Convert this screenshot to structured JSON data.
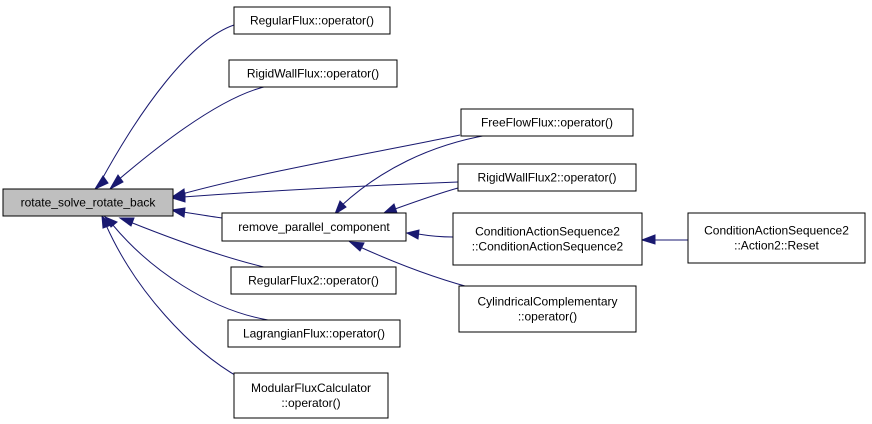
{
  "nodes": {
    "rotate_solve_rotate_back": {
      "lines": [
        "rotate_solve_rotate_back"
      ]
    },
    "regular_flux": {
      "lines": [
        "RegularFlux::operator()"
      ]
    },
    "rigid_wall_flux": {
      "lines": [
        "RigidWallFlux::operator()"
      ]
    },
    "remove_parallel_component": {
      "lines": [
        "remove_parallel_component"
      ]
    },
    "regular_flux2": {
      "lines": [
        "RegularFlux2::operator()"
      ]
    },
    "lagrangian_flux": {
      "lines": [
        "LagrangianFlux::operator()"
      ]
    },
    "modular_flux_calculator": {
      "lines": [
        "ModularFluxCalculator",
        "::operator()"
      ]
    },
    "free_flow_flux": {
      "lines": [
        "FreeFlowFlux::operator()"
      ]
    },
    "rigid_wall_flux2": {
      "lines": [
        "RigidWallFlux2::operator()"
      ]
    },
    "condition_action_sequence2": {
      "lines": [
        "ConditionActionSequence2",
        "::ConditionActionSequence2"
      ]
    },
    "cylindrical_complementary": {
      "lines": [
        "CylindricalComplementary",
        "::operator()"
      ]
    },
    "condition_action_sequence2_reset": {
      "lines": [
        "ConditionActionSequence2",
        "::Action2::Reset"
      ]
    }
  },
  "edges": [
    {
      "from": "rotate_solve_rotate_back",
      "to": "regular_flux"
    },
    {
      "from": "rotate_solve_rotate_back",
      "to": "rigid_wall_flux"
    },
    {
      "from": "rotate_solve_rotate_back",
      "to": "free_flow_flux"
    },
    {
      "from": "rotate_solve_rotate_back",
      "to": "rigid_wall_flux2"
    },
    {
      "from": "rotate_solve_rotate_back",
      "to": "remove_parallel_component"
    },
    {
      "from": "rotate_solve_rotate_back",
      "to": "regular_flux2"
    },
    {
      "from": "rotate_solve_rotate_back",
      "to": "lagrangian_flux"
    },
    {
      "from": "rotate_solve_rotate_back",
      "to": "modular_flux_calculator"
    },
    {
      "from": "remove_parallel_component",
      "to": "free_flow_flux"
    },
    {
      "from": "remove_parallel_component",
      "to": "rigid_wall_flux2"
    },
    {
      "from": "remove_parallel_component",
      "to": "condition_action_sequence2"
    },
    {
      "from": "remove_parallel_component",
      "to": "cylindrical_complementary"
    },
    {
      "from": "condition_action_sequence2",
      "to": "condition_action_sequence2_reset"
    }
  ],
  "colors": {
    "edge": "#191970",
    "highlight_fill": "#bfbfbf",
    "node_fill": "#ffffff",
    "node_border": "#000000"
  }
}
